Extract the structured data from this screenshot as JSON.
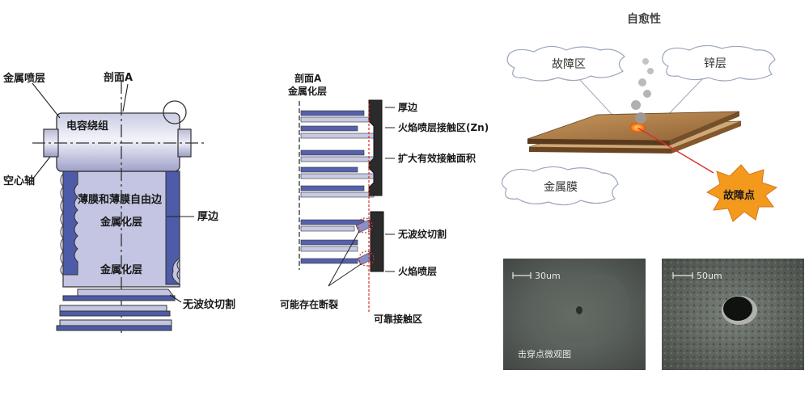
{
  "left_diagram": {
    "metal_spray": "金属喷层",
    "section_a": "剖面A",
    "capacitor_winding": "电容绕组",
    "hollow_shaft": "空心轴",
    "film_free_edge": "薄膜和薄膜自由边",
    "metallized_layer_top": "金属化层",
    "metallized_layer_bottom": "金属化层",
    "thick_edge": "厚边",
    "no_wave_cut": "无波纹切割"
  },
  "middle_diagram": {
    "section_a": "剖面A",
    "metallized_layer": "金属化层",
    "thick_edge": "厚边",
    "flame_spray_contact": "火焰喷层接触区(Zn)",
    "enlarge_contact": "扩大有效接触面积",
    "no_wave_cut": "无波纹切割",
    "flame_spray": "火焰喷层",
    "possible_crack": "可能存在断裂",
    "reliable_contact": "可靠接触区"
  },
  "right_diagram": {
    "title": "自愈性",
    "fault_zone": "故障区",
    "zinc_layer": "锌层",
    "metal_film": "金属膜",
    "fault_point": "故障点",
    "micro1": {
      "scale": "30um",
      "caption": "击穿点微观图"
    },
    "micro2": {
      "scale": "50um"
    }
  }
}
